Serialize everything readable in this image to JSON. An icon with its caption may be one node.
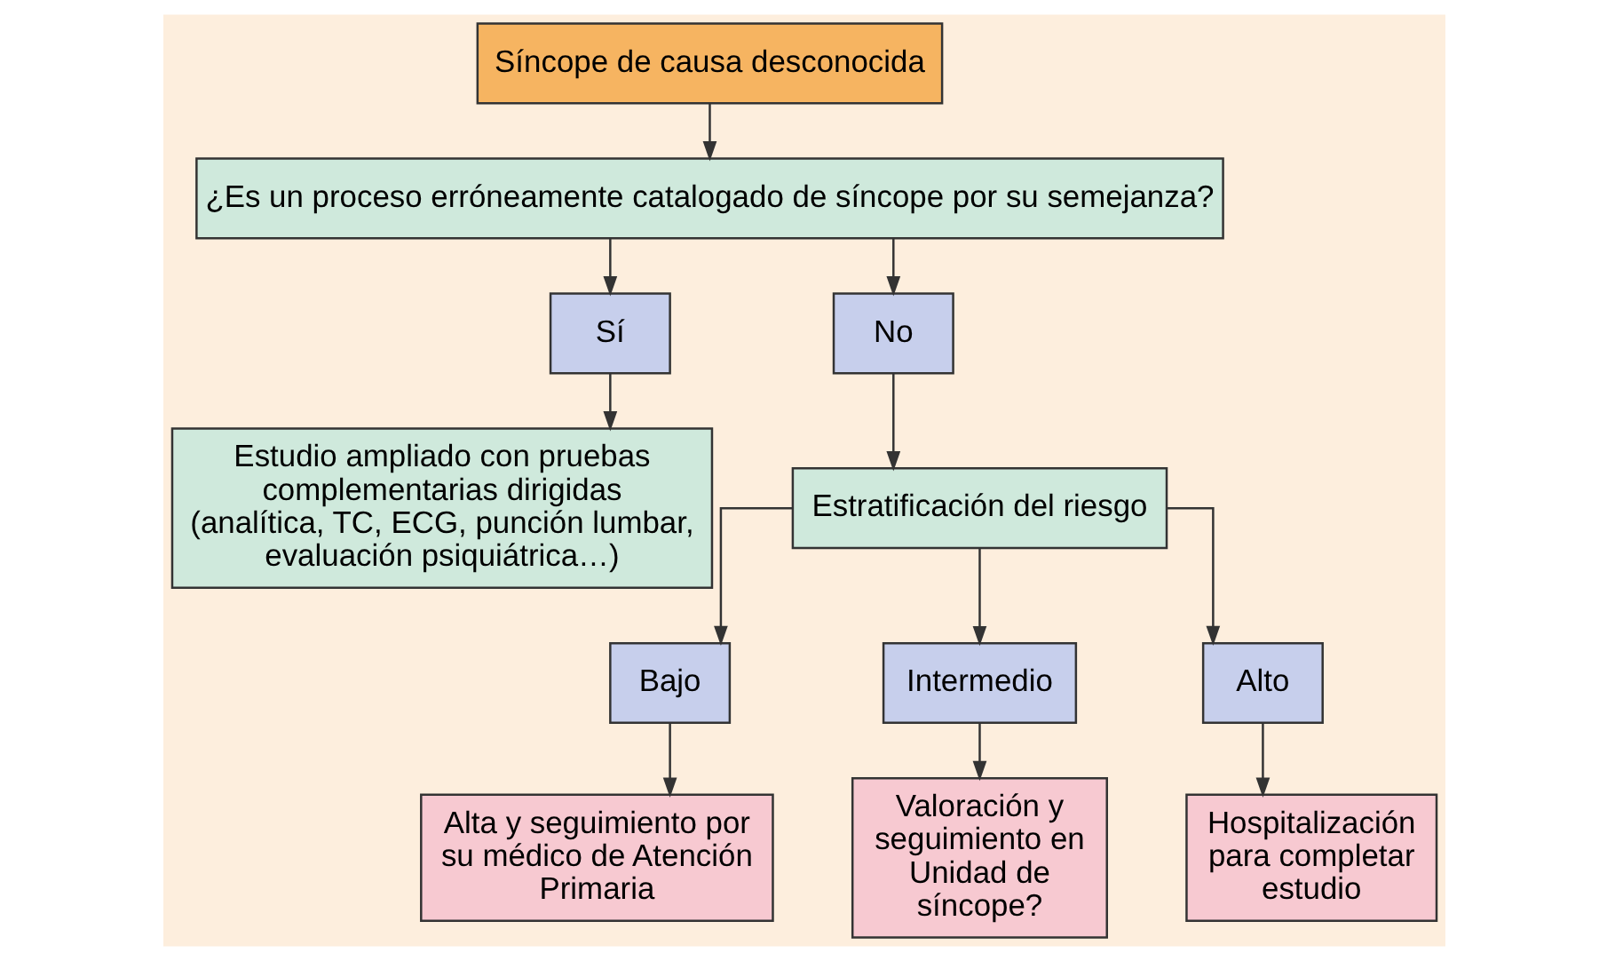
{
  "diagram": {
    "nodes": [
      {
        "text": [
          "Síncope de causa desconocida"
        ]
      },
      {
        "text": [
          "¿Es un proceso erróneamente catalogado de síncope por su semejanza?"
        ]
      },
      {
        "text": [
          "Sí"
        ]
      },
      {
        "text": [
          "No"
        ]
      },
      {
        "text": [
          "Estudio ampliado con pruebas complementarias dirigidas (analítica, TC, ECG, punción lumbar, evaluación psiquiátrica…)"
        ]
      },
      {
        "text": [
          "Estratificación del riesgo"
        ]
      },
      {
        "text": [
          "Bajo"
        ]
      },
      {
        "text": [
          "Intermedio"
        ]
      },
      {
        "text": [
          "Alto"
        ]
      },
      {
        "text": [
          "Alta y seguimiento por su médico de Atención Primaria"
        ]
      },
      {
        "text": [
          "Valoración y seguimiento en Unidad de síncope?"
        ]
      },
      {
        "text": [
          "Hospitalización para completar estudio"
        ]
      }
    ],
    "edges": [
      {
        "from": 0,
        "to": 1,
        "arrow": "to"
      },
      {
        "from": 1,
        "to": 2,
        "arrow": "to"
      },
      {
        "from": 1,
        "to": 3,
        "arrow": "to"
      },
      {
        "from": 2,
        "to": 4,
        "arrow": "to"
      },
      {
        "from": 3,
        "to": 5,
        "arrow": "to"
      },
      {
        "from": 5,
        "to": 6,
        "arrow": "to"
      },
      {
        "from": 5,
        "to": 7,
        "arrow": "to"
      },
      {
        "from": 5,
        "to": 8,
        "arrow": "to"
      },
      {
        "from": 6,
        "to": 9,
        "arrow": "to"
      },
      {
        "from": 7,
        "to": 10,
        "arrow": "to"
      },
      {
        "from": 8,
        "to": 11,
        "arrow": "to"
      }
    ]
  }
}
